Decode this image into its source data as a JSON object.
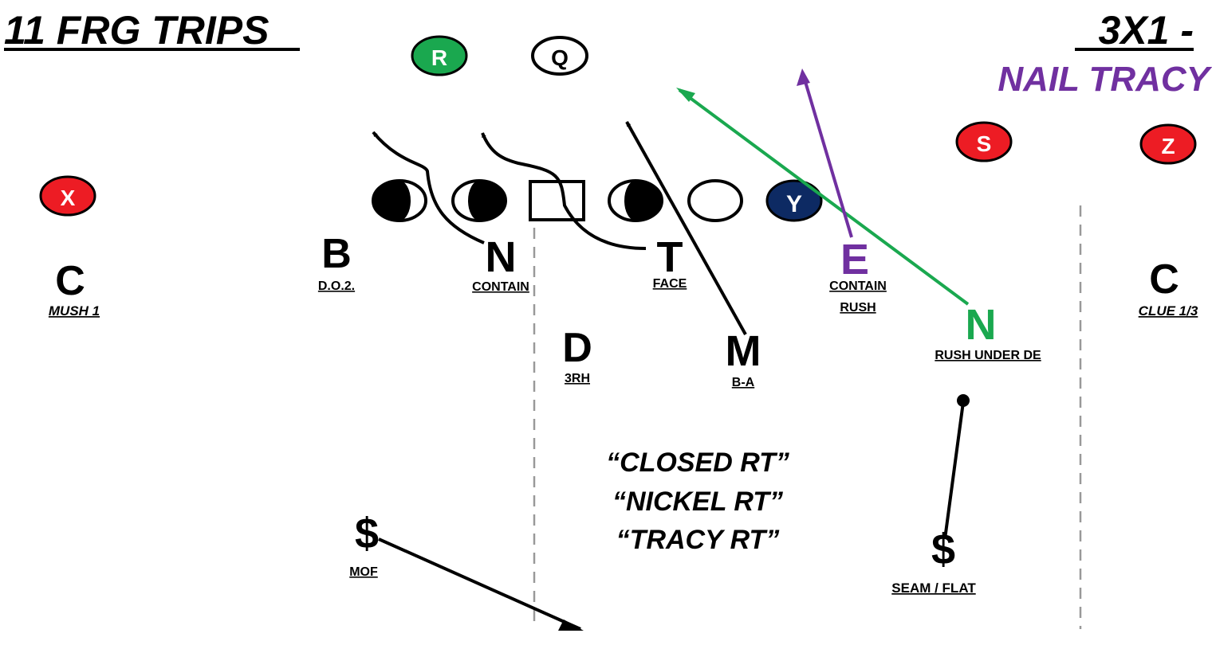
{
  "title": {
    "formation": "11 FRG TRIPS",
    "set": "3X1 -",
    "call": "NAIL TRACY"
  },
  "colors": {
    "ink": "#000000",
    "offense_red": "#ed1c24",
    "offense_green": "#1aa84f",
    "offense_navy": "#0d2a63",
    "defense_green": "#1aa84f",
    "defense_purple": "#7030a0",
    "divider_gray": "#999999"
  },
  "offense": {
    "r": "R",
    "q": "Q",
    "x": "X",
    "y": "Y",
    "s": "S",
    "z": "Z"
  },
  "defense": {
    "corner_left": {
      "letter": "C",
      "assignment": "MUSH 1"
    },
    "buck": {
      "letter": "B",
      "assignment": "D.O.2."
    },
    "nose": {
      "letter": "N",
      "assignment": "CONTAIN"
    },
    "tackle": {
      "letter": "T",
      "assignment": "FACE"
    },
    "end": {
      "letter": "E",
      "assignment": "CONTAIN",
      "assignment_2": "RUSH"
    },
    "nickel": {
      "letter": "N",
      "assignment": "RUSH UNDER DE"
    },
    "corner_right": {
      "letter": "C",
      "assignment": "CLUE 1/3"
    },
    "dog": {
      "letter": "D",
      "assignment": "3RH"
    },
    "mike": {
      "letter": "M",
      "assignment": "B-A"
    },
    "safety_left": {
      "letter": "$",
      "assignment": "MOF"
    },
    "safety_right": {
      "letter": "$",
      "assignment": "SEAM / FLAT"
    }
  },
  "calls": [
    "“CLOSED RT”",
    "“NICKEL RT”",
    "“TRACY RT”"
  ]
}
